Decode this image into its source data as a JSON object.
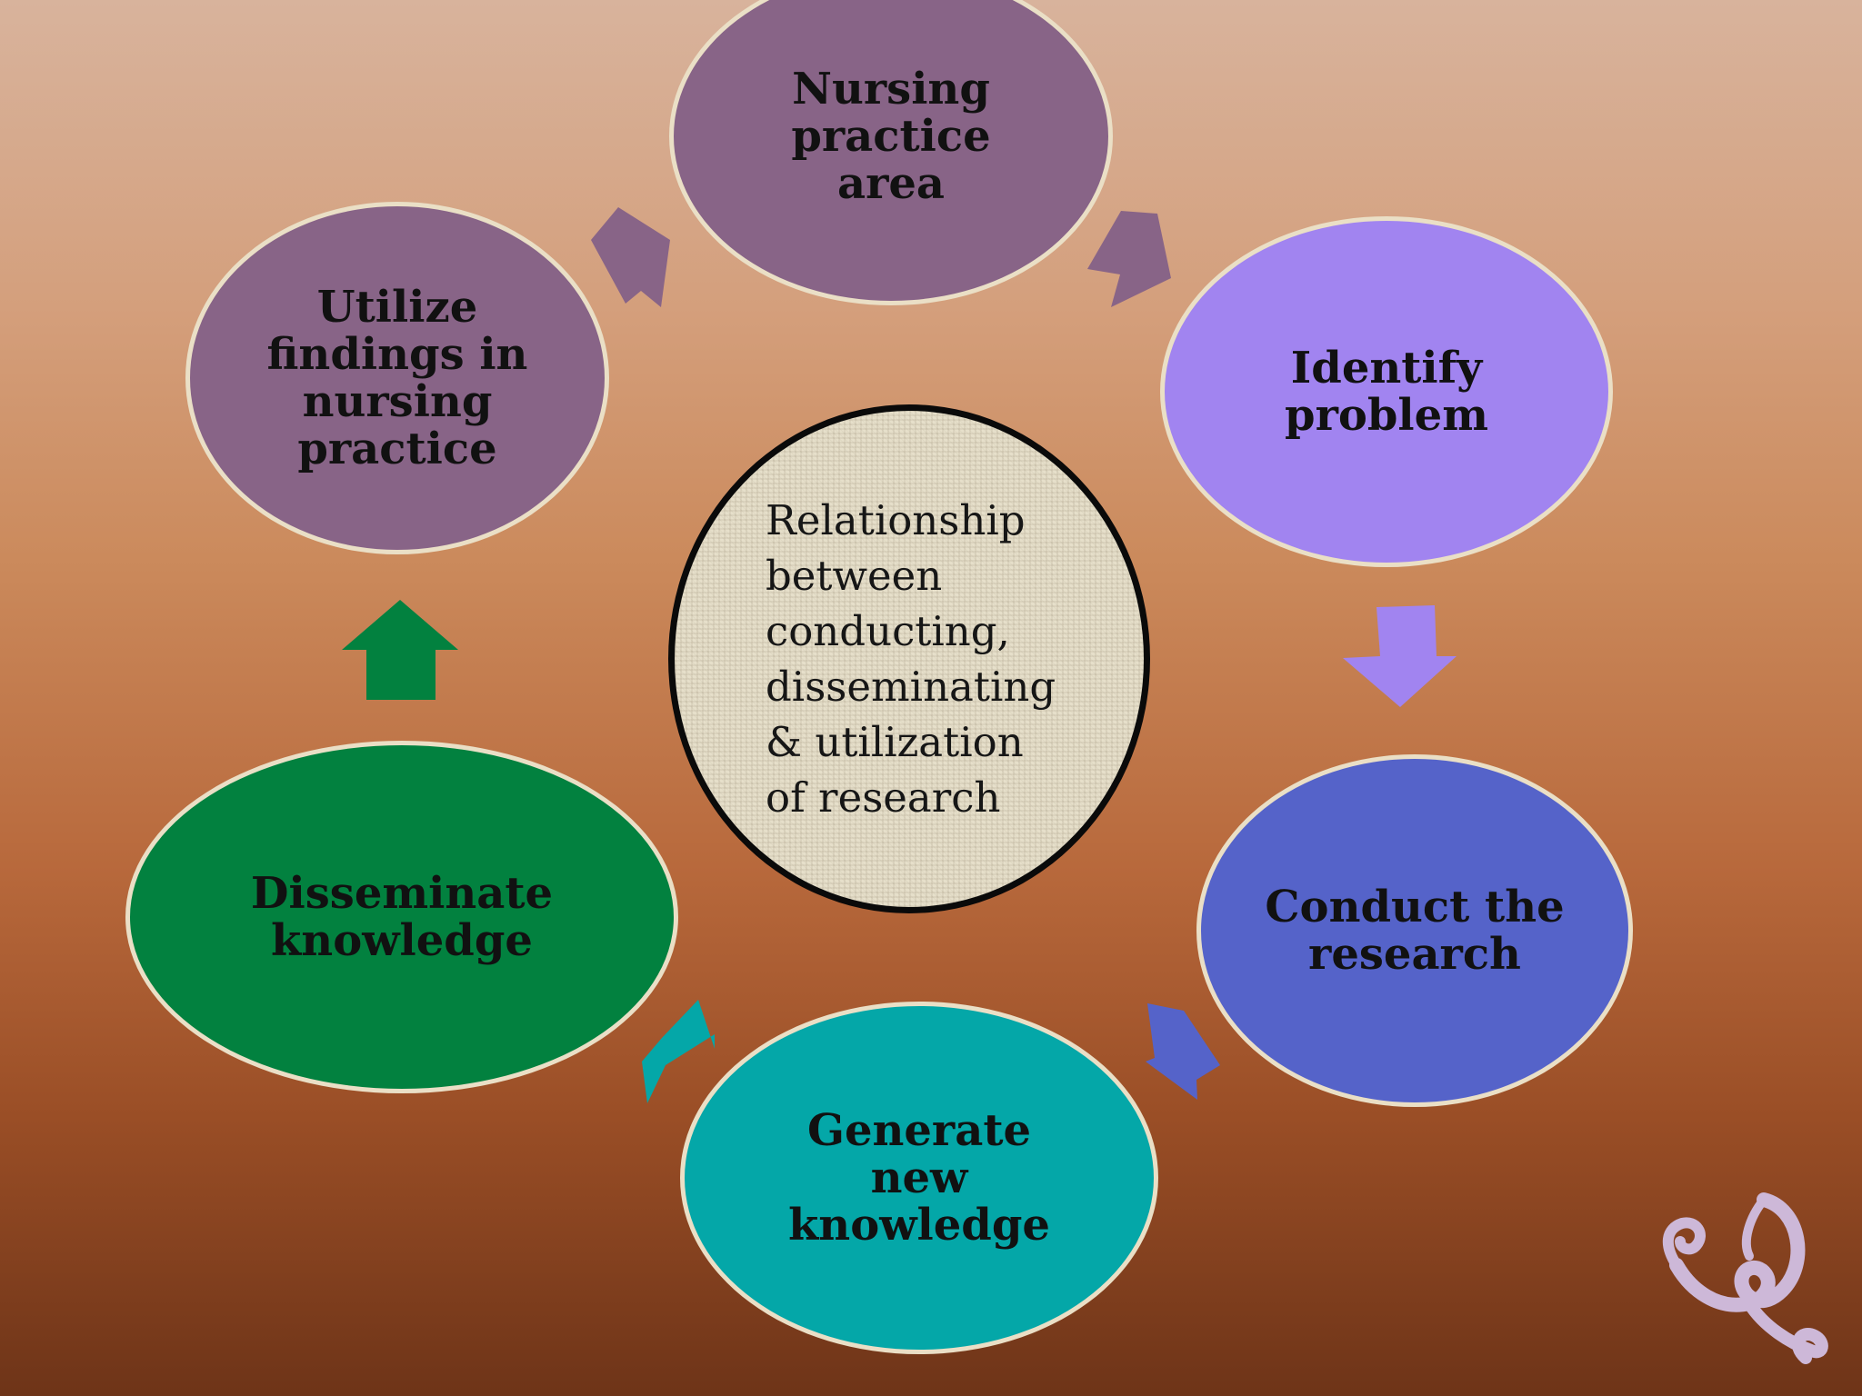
{
  "diagram": {
    "center": {
      "label": "Relationship\nbetween\nconducting,\ndisseminating\n& utilization\nof research",
      "fill": "#e6dfca",
      "border": "#0a0a0a"
    },
    "nodes": [
      {
        "id": "nursing-practice-area",
        "label": "Nursing practice area",
        "fill": "#886487"
      },
      {
        "id": "identify-problem",
        "label": "Identify problem",
        "fill": "#a184f0"
      },
      {
        "id": "conduct-the-research",
        "label": "Conduct the research",
        "fill": "#5563c9"
      },
      {
        "id": "generate-new-knowledge",
        "label": "Generate new knowledge",
        "fill": "#04a7a8"
      },
      {
        "id": "disseminate-knowledge",
        "label": "Disseminate knowledge",
        "fill": "#02813f"
      },
      {
        "id": "utilize-findings",
        "label": "Utilize findings in nursing practice",
        "fill": "#886487"
      }
    ],
    "arrows": [
      {
        "id": "arrow-practice-to-identify",
        "color": "#886487"
      },
      {
        "id": "arrow-identify-to-conduct",
        "color": "#a184f0"
      },
      {
        "id": "arrow-conduct-to-generate",
        "color": "#5563c9"
      },
      {
        "id": "arrow-generate-to-disseminate",
        "color": "#04a7a8"
      },
      {
        "id": "arrow-disseminate-to-utilize",
        "color": "#02813f"
      },
      {
        "id": "arrow-utilize-to-practice",
        "color": "#886487"
      }
    ],
    "ornament": {
      "icon": "flourish-ornament-icon",
      "color": "#cdb8d8"
    }
  }
}
